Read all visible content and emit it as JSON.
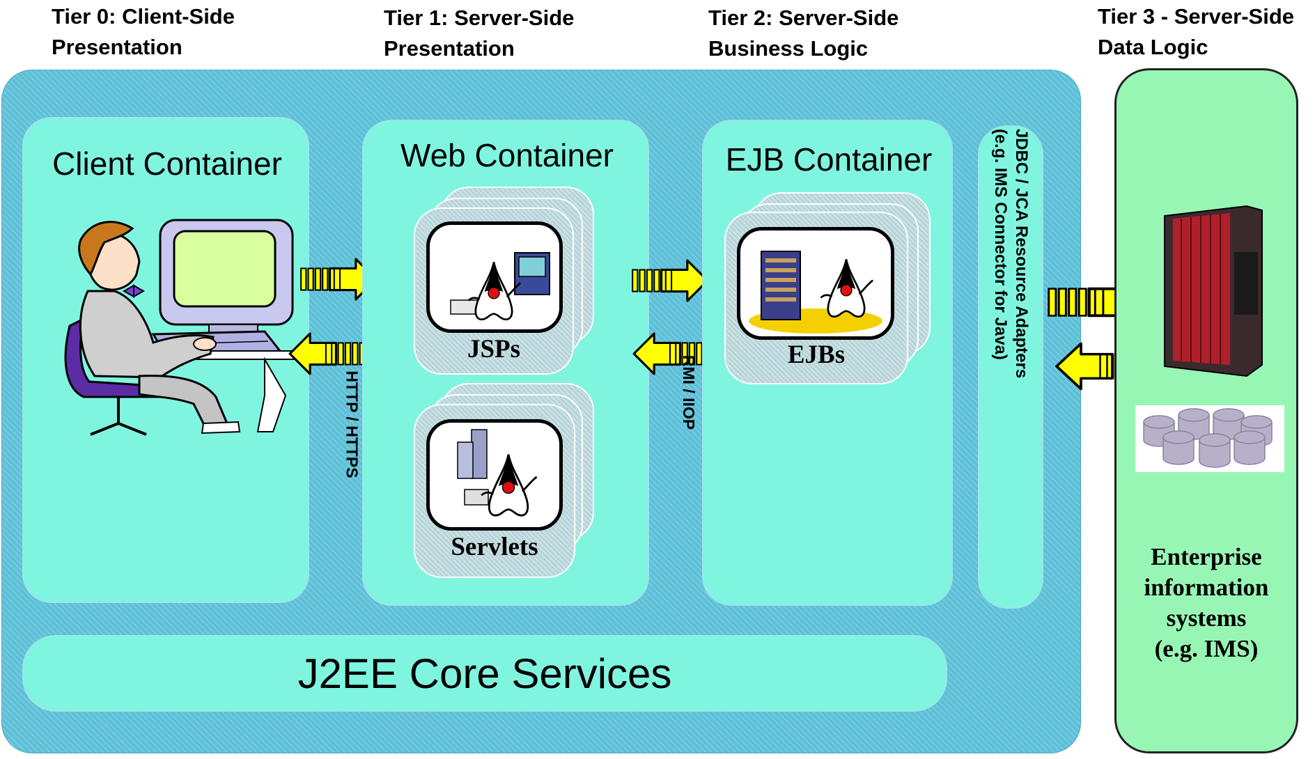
{
  "tiers": {
    "t0": "Tier 0: Client-Side\nPresentation",
    "t1": "Tier 1: Server-Side\nPresentation",
    "t2": "Tier 2: Server-Side\nBusiness Logic",
    "t3": "Tier 3 - Server-Side\nData Logic"
  },
  "containers": {
    "client": "Client Container",
    "web": "Web Container",
    "ejb": "EJB Container"
  },
  "components": {
    "jsps": "JSPs",
    "servlets": "Servlets",
    "ejbs": "EJBs"
  },
  "protocols": {
    "http": "HTTP / HTTPS",
    "rmi": "RMI / IIOP",
    "adapters": "JDBC / JCA Resource Adapters\n(e.g. IMS Connector for Java)"
  },
  "core_services": "J2EE Core Services",
  "eis_label": "Enterprise\ninformation\nsystems\n(e.g. IMS)",
  "colors": {
    "platform": "#5cc0d8",
    "container": "#7ff5e0",
    "eis": "#98f6b4",
    "arrow": "#ffff00"
  },
  "icons": [
    "user-at-computer-icon",
    "duke-mascot-icon",
    "server-rack-icon",
    "mainframe-icon",
    "database-disks-icon"
  ]
}
